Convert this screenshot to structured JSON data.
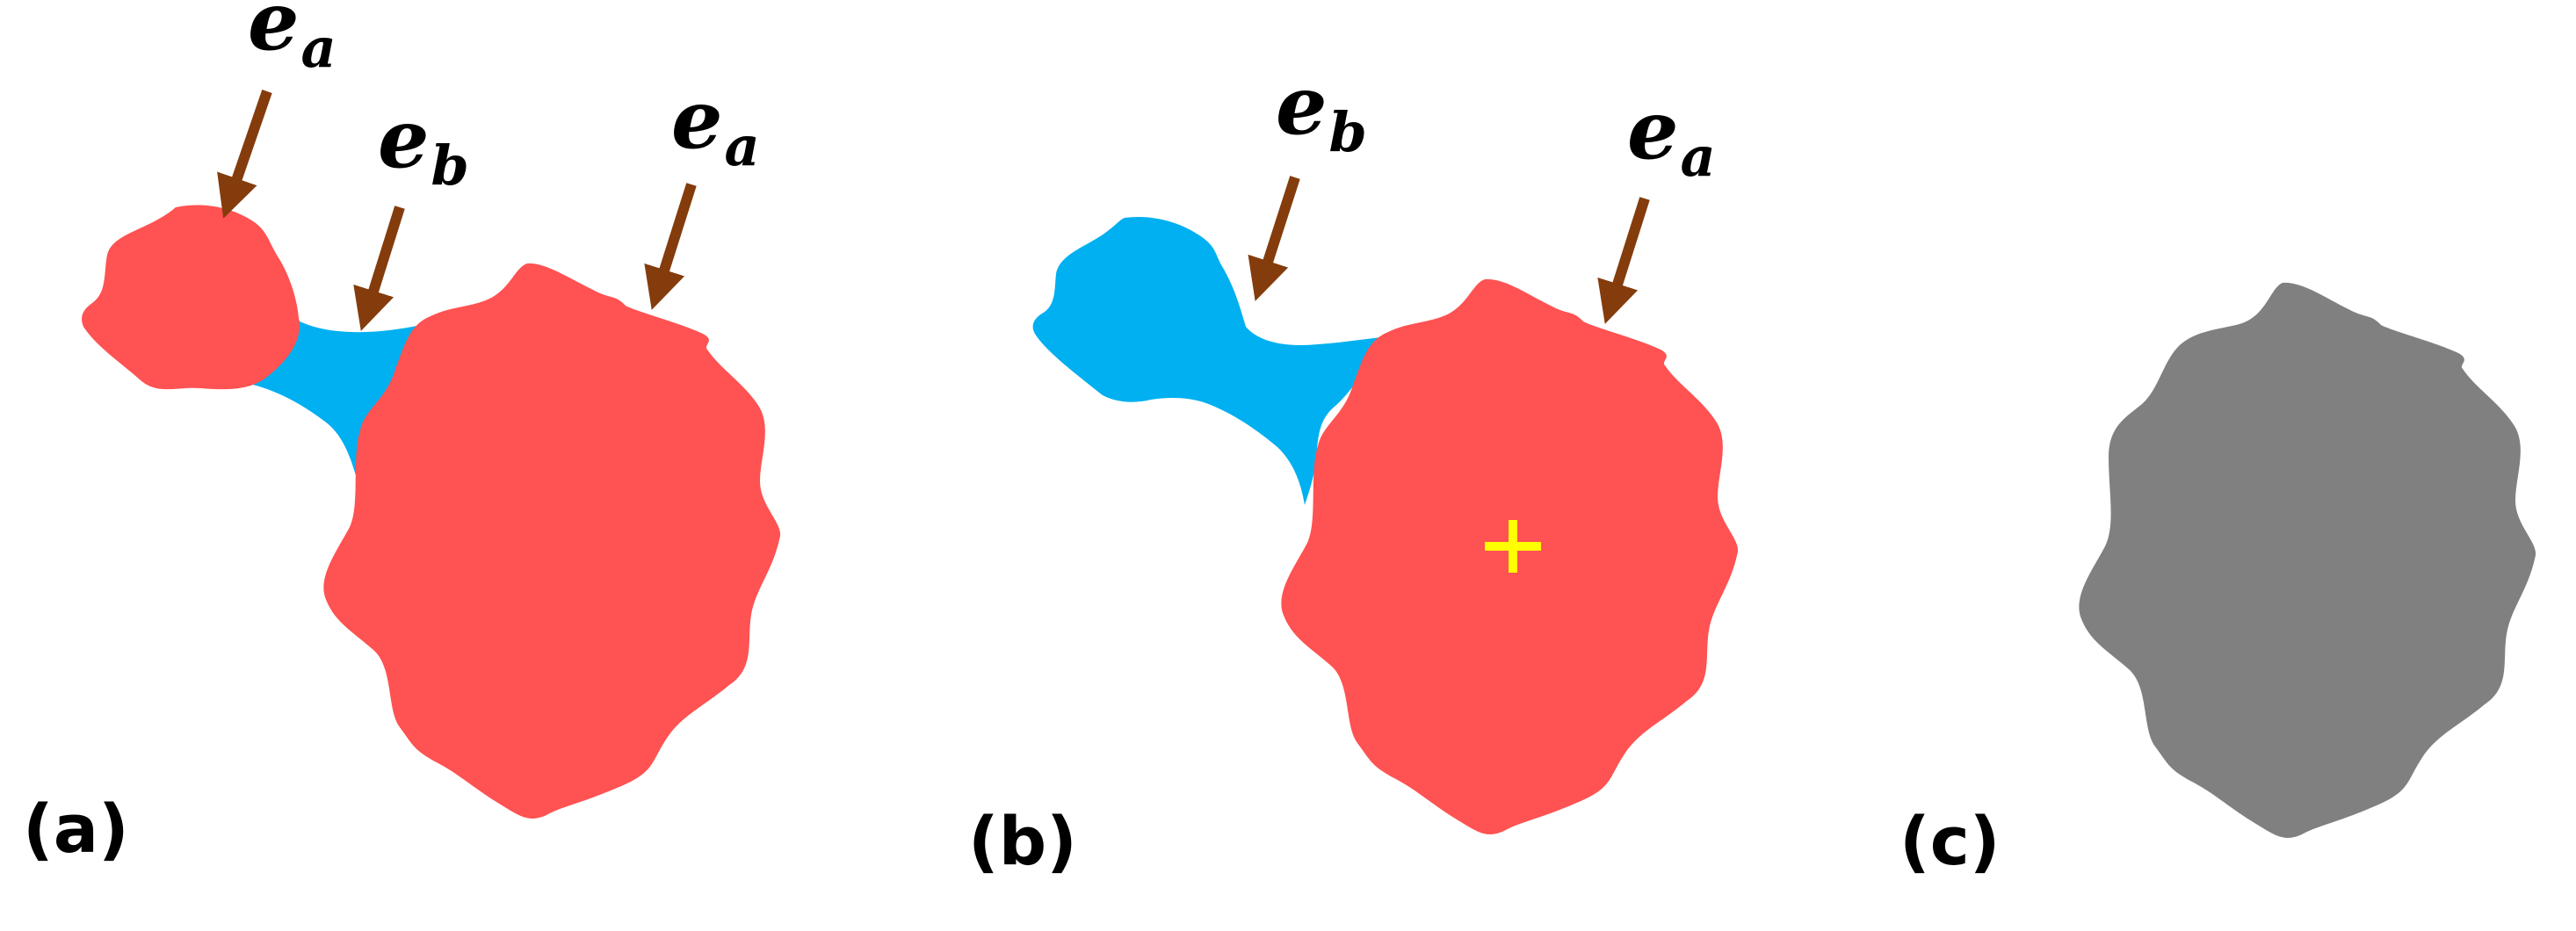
{
  "colors": {
    "red_region": "#FF5252",
    "blue_region": "#00B0F0",
    "gray_region": "#808080",
    "arrow": "#843C0C",
    "cross": "#FFFF00",
    "text": "#000000"
  },
  "panels": [
    {
      "label": "(a)",
      "annotations": [
        {
          "main": "e",
          "sub": "a"
        },
        {
          "main": "e",
          "sub": "b"
        },
        {
          "main": "e",
          "sub": "a"
        }
      ]
    },
    {
      "label": "(b)",
      "annotations": [
        {
          "main": "e",
          "sub": "b"
        },
        {
          "main": "e",
          "sub": "a"
        }
      ]
    },
    {
      "label": "(c)",
      "annotations": []
    }
  ]
}
